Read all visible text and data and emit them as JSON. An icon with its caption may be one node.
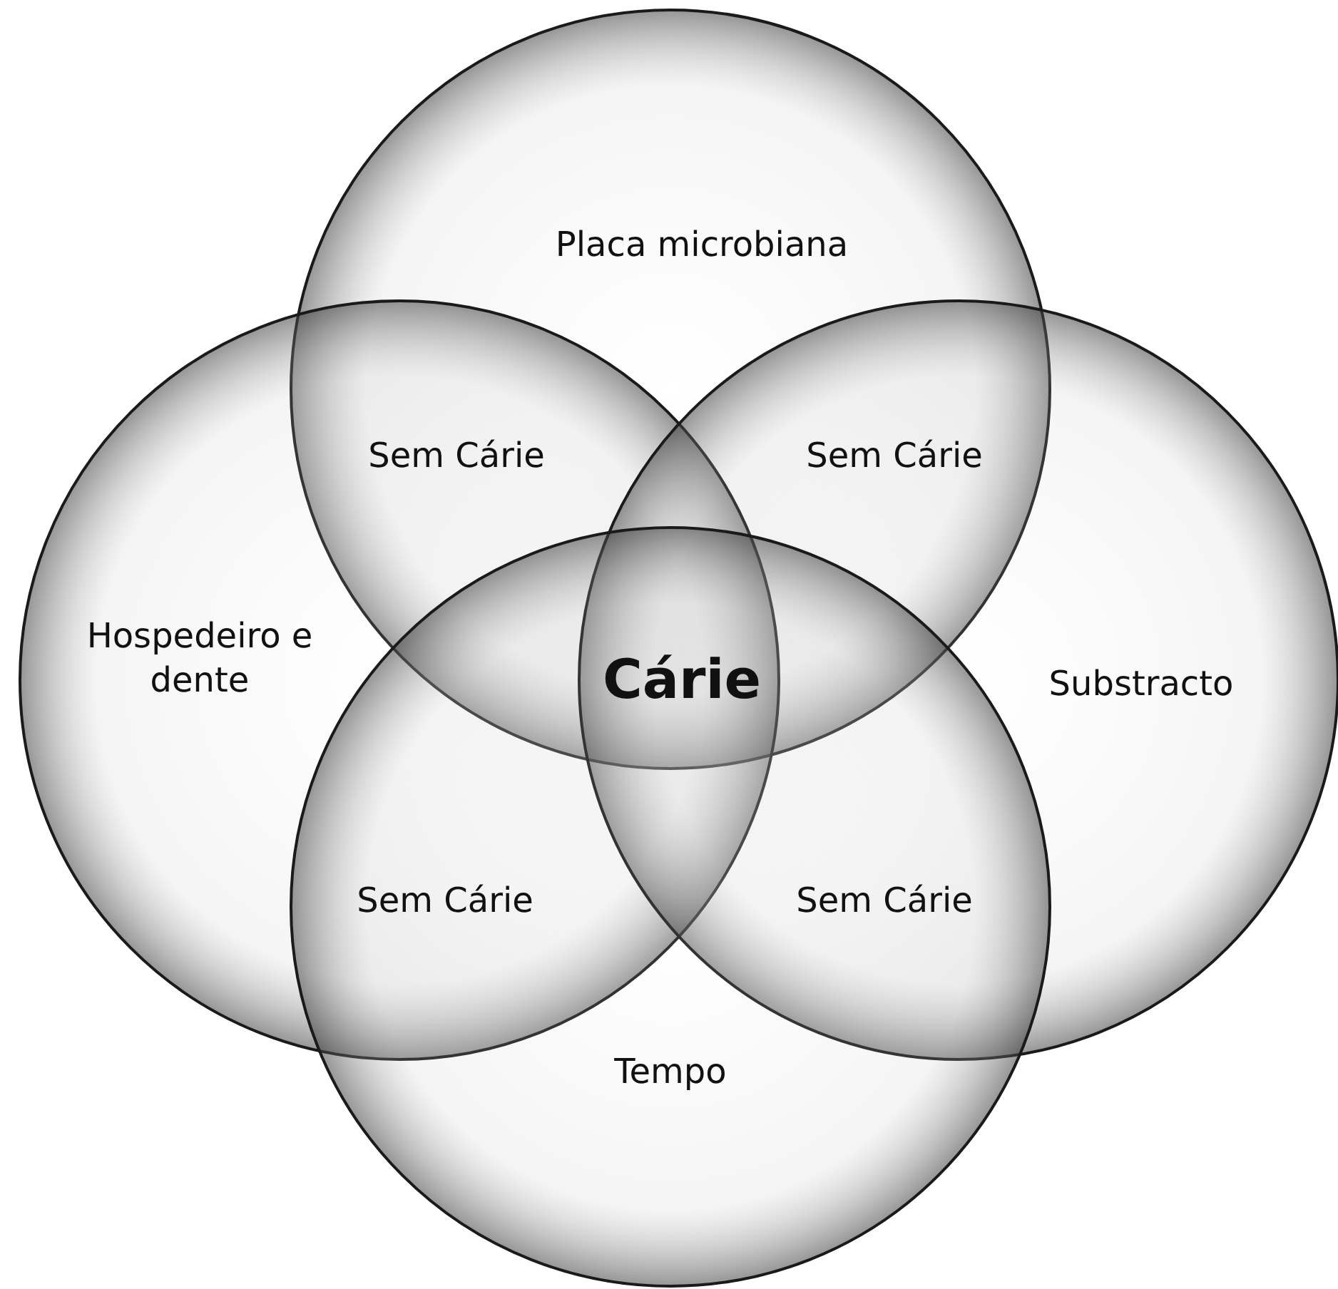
{
  "diagram": {
    "nodes": [
      {
        "text": [
          "Placa microbiana"
        ]
      },
      {
        "text": [
          "Hospedeiro e dente"
        ]
      },
      {
        "text": [
          "Substracto"
        ]
      },
      {
        "text": [
          "Tempo"
        ]
      }
    ],
    "labels": [
      "Sem Cárie",
      "Sem Cárie",
      "Cárie",
      "Sem Cárie",
      "Sem Cárie"
    ]
  }
}
